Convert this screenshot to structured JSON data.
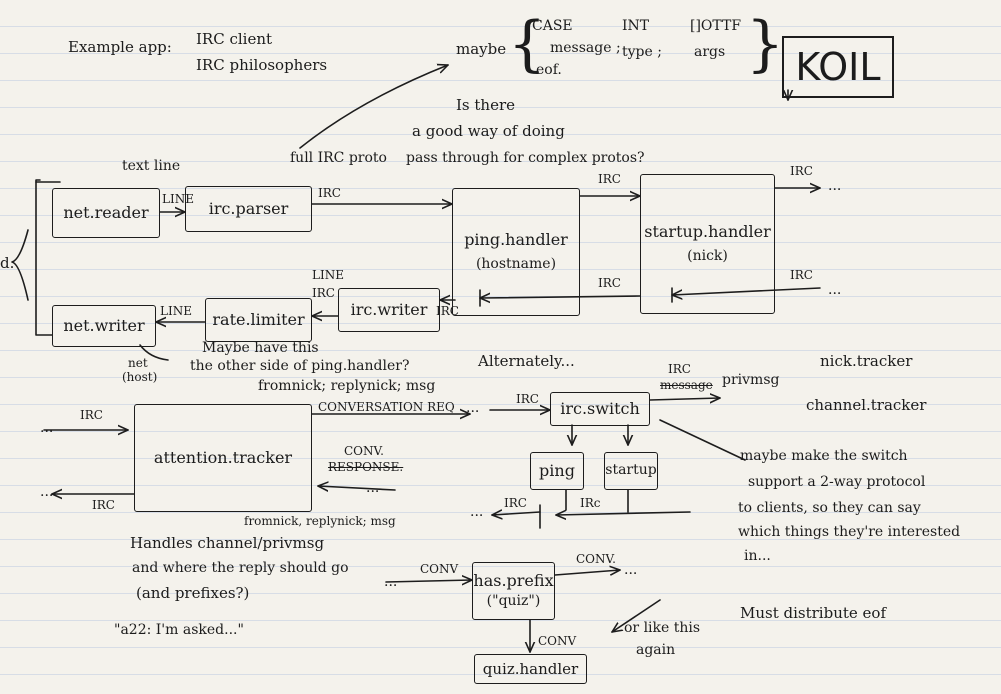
{
  "header": {
    "example_app": "Example app:",
    "irc_client": "IRC client",
    "irc_philosophers": "IRC philosophers",
    "maybe": "maybe",
    "case_col": [
      "CASE",
      "message ;",
      "eof."
    ],
    "int_col": [
      "INT",
      "type ;"
    ],
    "list_col": [
      "[]OTTF",
      "args"
    ],
    "koil": "KOIL"
  },
  "notes": {
    "full_irc_proto": "full IRC proto",
    "is_there": "Is there",
    "good_way": "a good way of doing",
    "pass_through": "pass through for complex protos?",
    "text_line": "text line",
    "maybe_have_this": "Maybe have this",
    "other_side": "the other side of ping.handler?",
    "fromnick_top": "fromnick; replynick; msg",
    "alternately": "Alternately...",
    "handles_1": "Handles channel/privmsg",
    "handles_2": "and where the reply should go",
    "handles_3": "(and prefixes?)",
    "im_asked": "\"a22: I'm asked...\"",
    "fromnick_bottom": "fromnick, replynick; msg",
    "maybe_switch_1": "maybe make the switch",
    "maybe_switch_2": "support a 2-way protocol",
    "maybe_switch_3": "to clients, so they can say",
    "maybe_switch_4": "which things they're interested",
    "maybe_switch_5": "in...",
    "must_distribute": "Must distribute eof",
    "or_like_this_1": "or like this",
    "or_like_this_2": "again",
    "nick_tracker": "nick.tracker",
    "channel_tracker": "channel.tracker"
  },
  "boxes": {
    "net_reader": "net.reader",
    "net_writer": "net.writer",
    "irc_parser": "irc.parser",
    "rate_limiter": "rate.limiter",
    "irc_writer": "irc.writer",
    "ping_handler": "ping.handler",
    "ping_handler_sub": "(hostname)",
    "startup_handler": "startup.handler",
    "startup_handler_sub": "(nick)",
    "attention_tracker": "attention.tracker",
    "irc_switch": "irc.switch",
    "ping": "ping",
    "startup": "startup",
    "has_prefix": "has.prefix",
    "has_prefix_sub": "(\"quiz\")",
    "quiz_handler": "quiz.handler"
  },
  "labels": {
    "line": "LINE",
    "irc": "IRC",
    "net_host": [
      "net",
      "(host)"
    ],
    "d": "d.",
    "ellipsis": "...",
    "irc_cap": "IRC",
    "irc_lower": "IRc",
    "conversation_req": "CONVERSATION REQ",
    "conv_response": [
      "CONV.",
      "RESPONSE."
    ],
    "message_struck": "message",
    "privmsg": "privmsg",
    "conv": "CONV",
    "conv_dot": "CONV."
  }
}
